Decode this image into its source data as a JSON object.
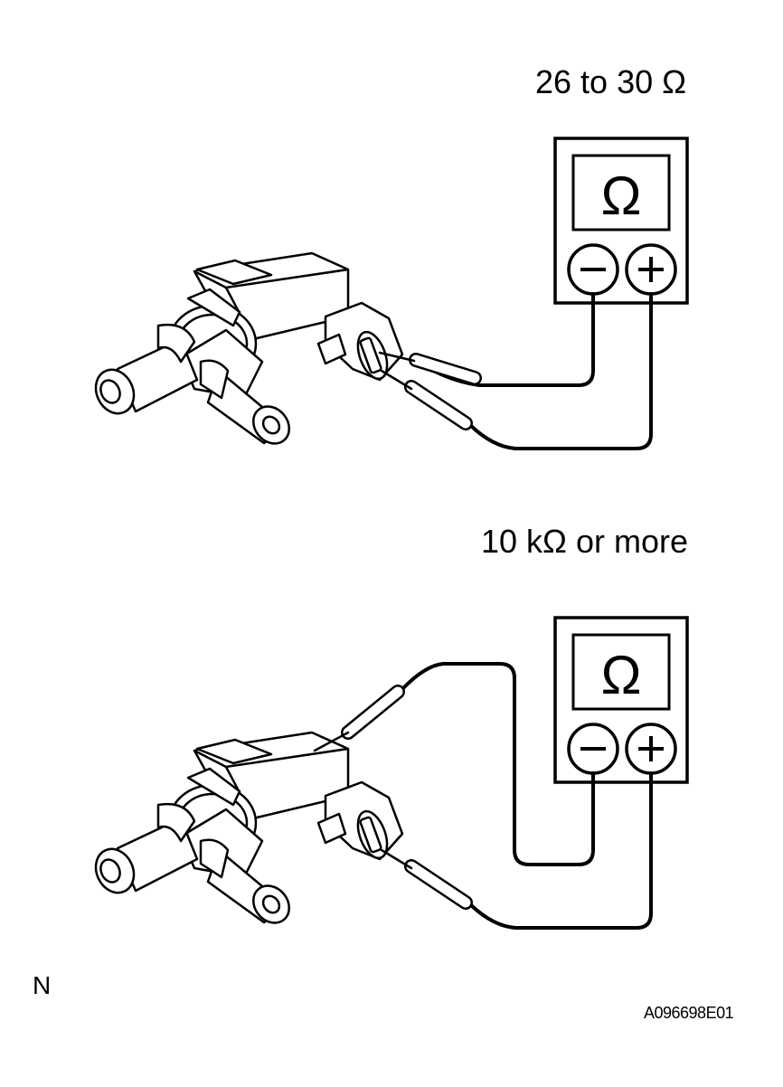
{
  "labels": {
    "spec_1": "26 to 30 Ω",
    "spec_2": "10 kΩ or more",
    "corner_letter": "N",
    "figure_code": "A096698E01"
  },
  "meter": {
    "unit_symbol": "Ω",
    "negative_symbol": "−",
    "positive_symbol": "+"
  }
}
